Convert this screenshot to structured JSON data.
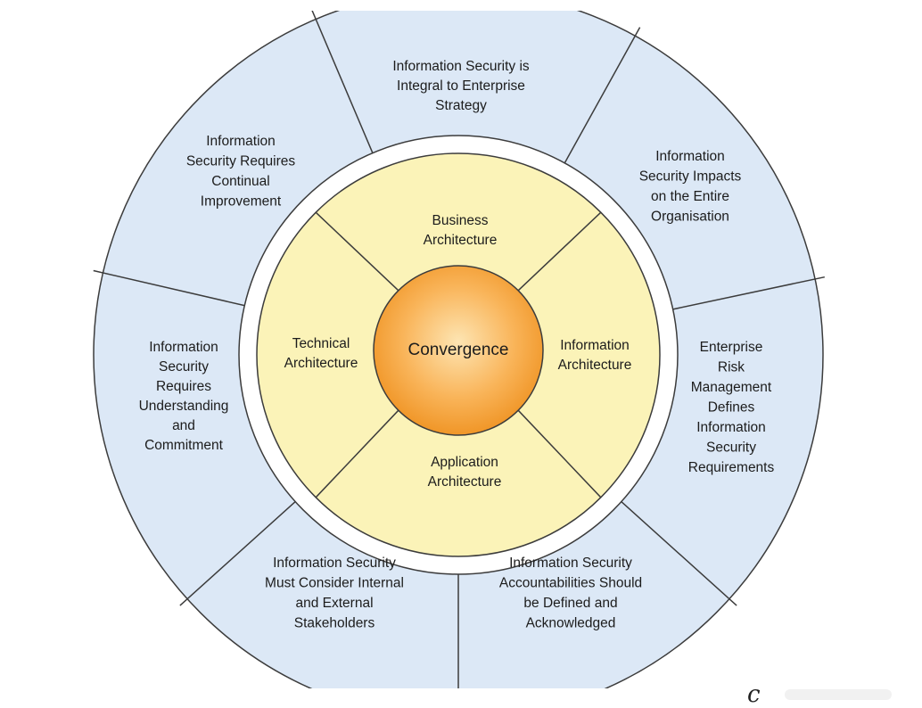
{
  "outer_ring": {
    "segments": [
      {
        "lines": [
          "Information Security is",
          "Integral to Enterprise",
          "Strategy"
        ]
      },
      {
        "lines": [
          "Information",
          "Security Impacts",
          "on the Entire",
          "Organisation"
        ]
      },
      {
        "lines": [
          "Enterprise",
          "Risk",
          "Management",
          "Defines",
          "Information",
          "Security",
          "Requirements"
        ]
      },
      {
        "lines": [
          "Information Security",
          "Accountabilities Should",
          "be Defined and",
          "Acknowledged"
        ]
      },
      {
        "lines": [
          "Information Security",
          "Must Consider Internal",
          "and External",
          "Stakeholders"
        ]
      },
      {
        "lines": [
          "Information",
          "Security",
          "Requires",
          "Understanding",
          "and",
          "Commitment"
        ]
      },
      {
        "lines": [
          "Information",
          "Security Requires",
          "Continual",
          "Improvement"
        ]
      }
    ]
  },
  "inner_ring": {
    "quadrants": [
      {
        "lines": [
          "Business",
          "Architecture"
        ]
      },
      {
        "lines": [
          "Information",
          "Architecture"
        ]
      },
      {
        "lines": [
          "Application",
          "Architecture"
        ]
      },
      {
        "lines": [
          "Technical",
          "Architecture"
        ]
      }
    ]
  },
  "core": {
    "label": "Convergence"
  },
  "corner_mark": "c",
  "colors": {
    "outer_fill": "#dce8f6",
    "inner_fill": "#fbf3b8",
    "core_center": "#fde0a8",
    "core_mid": "#f9b459",
    "core_edge": "#f0901e",
    "line": "#3c3c3c"
  }
}
